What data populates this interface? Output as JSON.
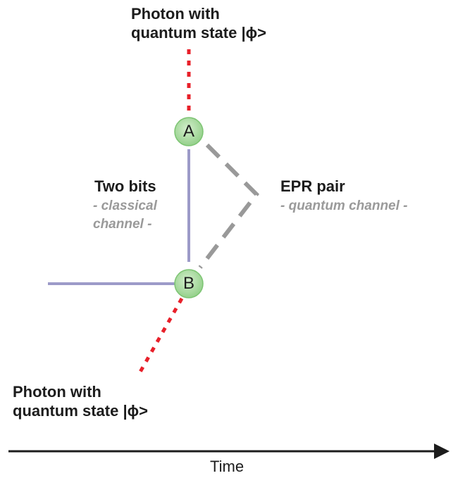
{
  "top_photon": {
    "line1": "Photon with",
    "line2": "quantum state |ϕ>"
  },
  "bottom_photon": {
    "line1": "Photon with",
    "line2": "quantum state |ϕ>"
  },
  "nodes": {
    "a": "A",
    "b": "B"
  },
  "classical": {
    "title": "Two bits",
    "line1": "- classical",
    "line2": "channel -"
  },
  "epr": {
    "title": "EPR pair",
    "subtitle": "- quantum channel -"
  },
  "time_axis": {
    "label": "Time"
  },
  "colors": {
    "photon_path": "#e8202a",
    "classical_channel": "#9c9ac8",
    "quantum_channel": "#999999",
    "node_fill": "#a8d9a0",
    "node_stroke": "#7cc472",
    "axis": "#1c1c1c"
  }
}
